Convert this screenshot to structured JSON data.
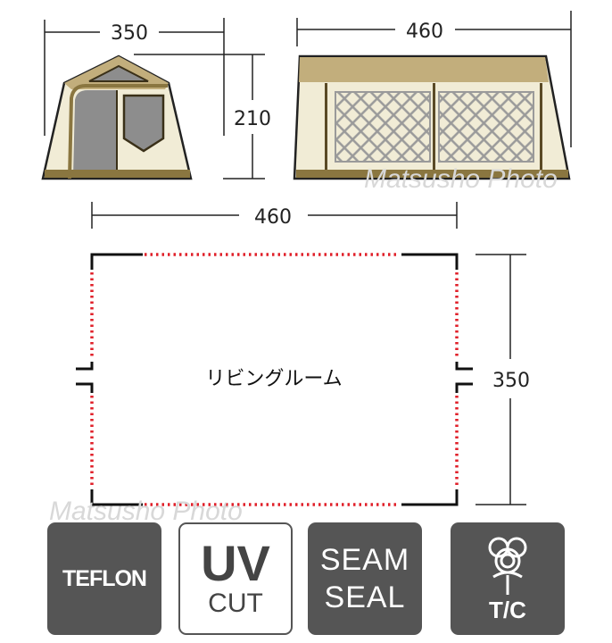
{
  "dimensions": {
    "front_width": "350",
    "front_height": "210",
    "side_length": "460",
    "floor_width": "460",
    "floor_depth": "350"
  },
  "room_label": "リビングルーム",
  "watermark": "Matsusho Photo",
  "badges": [
    {
      "label": "TEFLON"
    },
    {
      "line1": "UV",
      "line2": "CUT"
    },
    {
      "line1": "SEAM",
      "line2": "SEAL"
    },
    {
      "label": "T/C",
      "icon": "cotton-icon"
    }
  ],
  "colors": {
    "canvas": "#f1ecd6",
    "roof": "#c2ae7c",
    "frame": "#5a4a26",
    "mesh": "#9a9a9a",
    "door": "#8d8d8d",
    "zip": "#e0202a",
    "badge": "#555555"
  }
}
